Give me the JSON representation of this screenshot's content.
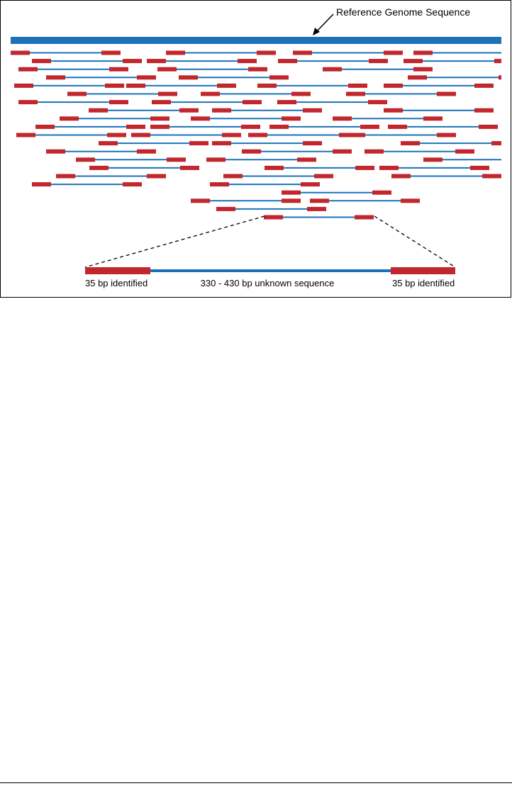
{
  "reference": {
    "label": "Reference Genome Sequence"
  },
  "zoom": {
    "left_label": "35 bp identified",
    "middle_label": "330 - 430 bp unknown sequence",
    "right_label": "35 bp identified"
  },
  "colors": {
    "reference": "#1b72b8",
    "insert": "#1b72b8",
    "read": "#c1272d",
    "frame": "#000000",
    "text": "#000000"
  }
}
